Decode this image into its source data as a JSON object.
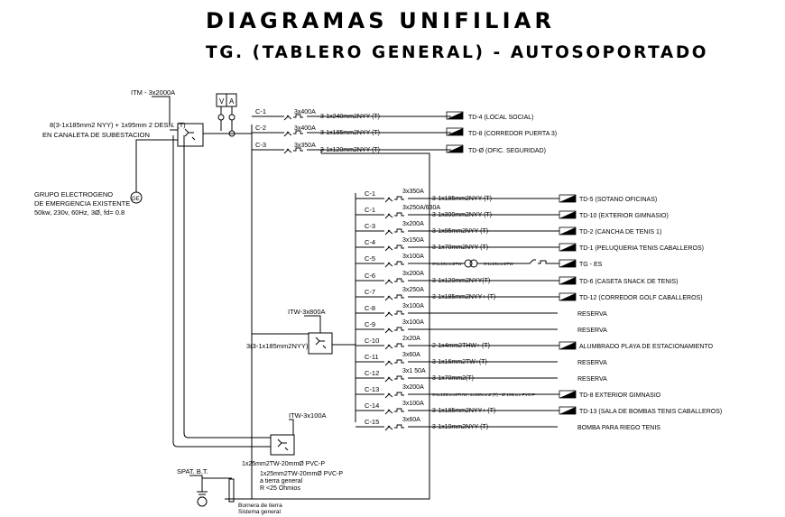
{
  "title": "DIAGRAMAS UNIFILIAR",
  "subtitle": "TG. (TABLERO GENERAL) - AUTOSOPORTADO",
  "main_breaker": "ITM - 3x2000A",
  "supply_cable": "8(3-1x185mm2 NYY) + 1x95mm 2 DESN. (T)",
  "supply_note": "EN CANALETA DE SUBESTACION",
  "meter_labels": [
    "V",
    "A"
  ],
  "generator": [
    "GRUPO ELECTROGENO",
    "DE EMERGENCIA EXISTENTE",
    "50kw, 230v, 60Hz, 3Ø, fd= 0.8"
  ],
  "generator_symbol": "GE",
  "top_circuits": [
    {
      "id": "C-1",
      "breaker": "3x400A",
      "cable": "3-1x240mm2NYY (T)",
      "dest": "TD-4 (LOCAL SOCIAL)"
    },
    {
      "id": "C-2",
      "breaker": "3x400A",
      "cable": "3-1x185mm2NYY (T)",
      "dest": "TD-8 (CORREDOR PUERTA 3)"
    },
    {
      "id": "C-3",
      "breaker": "3x350A",
      "cable": "3-1x120mm2NYY (T)",
      "dest": "TD-Ø (OFIC. SEGURIDAD)"
    }
  ],
  "itw800": "ITW-3x800A",
  "feeder_cable": "3(3-1x185mm2NYY)",
  "circuits": [
    {
      "id": "C-1",
      "breaker": "3x350A",
      "cable": "3-1x185mm2NYY (T)",
      "dest": "TD-5 (SOTANO OFICINAS)",
      "panel": true
    },
    {
      "id": "C-1",
      "breaker": "3x250A/630A",
      "cable": "3-1x300mm2NYY (T)",
      "dest": "TD-10 (EXTERIOR GIMNASIO)",
      "panel": true
    },
    {
      "id": "C-3",
      "breaker": "3x200A",
      "cable": "3-1x95mm2NYY (T)",
      "dest": "TD-2 (CANCHA DE TENIS 1)",
      "panel": true
    },
    {
      "id": "C-4",
      "breaker": "3x150A",
      "cable": "3-1x70mm2NYY (T)",
      "dest": "TD-1 (PELUQUERIA TENIS CABALLEROS)",
      "panel": true
    },
    {
      "id": "C-5",
      "breaker": "3x100A",
      "cable": "3-1x16mm2TW",
      "cable2": "3-1x16mm2TW",
      "dest": "TG - ES",
      "panel": true
    },
    {
      "id": "C-6",
      "breaker": "3x200A",
      "cable": "3-1x120mm2NYY(T)",
      "dest": "TD-6 (CASETA SNACK DE TENIS)",
      "panel": true
    },
    {
      "id": "C-7",
      "breaker": "3x250A",
      "cable": "3-1x185mm2NYY+ (T)",
      "dest": "TD-12 (CORREDOR GOLF CABALLEROS)",
      "panel": true
    },
    {
      "id": "C-8",
      "breaker": "3x100A",
      "cable": "",
      "dest": "RESERVA",
      "panel": false
    },
    {
      "id": "C-9",
      "breaker": "3x100A",
      "cable": "",
      "dest": "RESERVA",
      "panel": false
    },
    {
      "id": "C-10",
      "breaker": "2x20A",
      "cable": "2-1x4mm2THW+ (T)",
      "dest": "ALUMBRADO PLAYA DE ESTACIONAMIENTO",
      "panel": true
    },
    {
      "id": "C-11",
      "breaker": "3x60A",
      "cable": "3-1x16mm2TW+(T)",
      "dest": "RESERVA",
      "panel": false
    },
    {
      "id": "C-12",
      "breaker": "3x1 50A",
      "cable": "3-1x70mm2(T)",
      "dest": "RESERVA",
      "panel": false
    },
    {
      "id": "C-13",
      "breaker": "3x200A",
      "cable": "3-1x120mm2THW+1x100mm2 (T) - Ø 100mm PVC-P",
      "dest": "TD-8 EXTERIOR GIMNASIO",
      "panel": true
    },
    {
      "id": "C-14",
      "breaker": "3x100A",
      "cable": "3-1x185mm2NYY+ (T)",
      "dest": "TD-13 (SALA DE BOMBAS TENIS CABALLEROS)",
      "panel": true
    },
    {
      "id": "C-15",
      "breaker": "3x60A",
      "cable": "3-1x10mm2NYY (T)",
      "dest": "BOMBA PARA RIEGO TENIS",
      "panel": false
    }
  ],
  "itw100": "ITW-3x100A",
  "ground_cable": "1x25mm2TW-20mmØ PVC-P",
  "ground_note": [
    "1x25mm2TW-20mmØ PVC-P",
    "a tierra general",
    "R <25 Ohmios"
  ],
  "spat": "SPAT. B.T.",
  "bornera": [
    "Bornera de tierra",
    "Sistema general"
  ]
}
